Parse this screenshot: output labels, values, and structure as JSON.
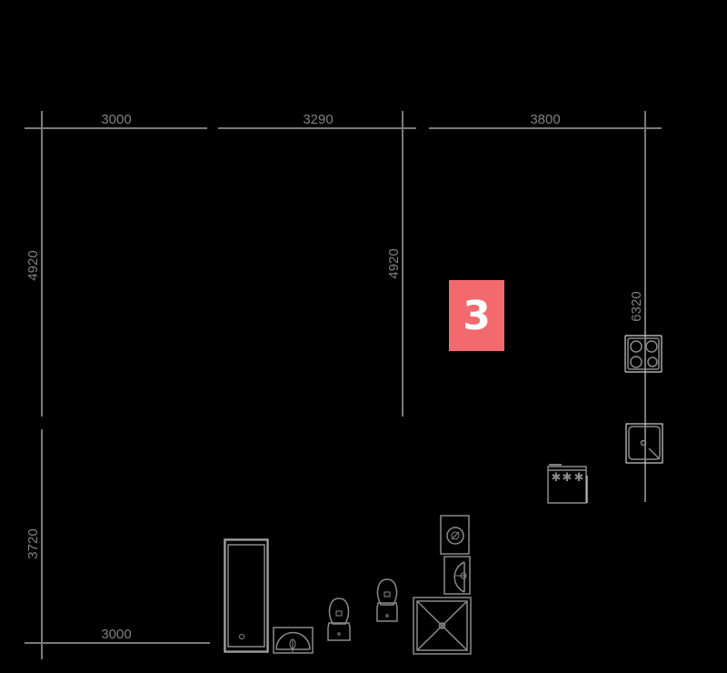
{
  "plan": {
    "background": "#000000",
    "line_color": "#7a7a7a",
    "dimensions": {
      "top_left": "3000",
      "top_middle": "3290",
      "top_right": "3800",
      "left_upper": "4920",
      "middle_vertical": "4920",
      "right_vertical": "6320",
      "left_lower": "3720",
      "bottom_left": "3000"
    },
    "room_badge": {
      "label": "3",
      "color": "#f26a6e"
    },
    "fixtures": [
      {
        "name": "cooktop",
        "description": "4-burner stove"
      },
      {
        "name": "kitchen-sink",
        "description": "single sink with faucet"
      },
      {
        "name": "range-oven",
        "description": "oven with 3 burner knobs"
      },
      {
        "name": "washing-machine",
        "description": "washer"
      },
      {
        "name": "wash-basin-small",
        "description": "corner basin"
      },
      {
        "name": "shower-tray",
        "description": "square shower with drain"
      },
      {
        "name": "toilet-1",
        "description": "toilet"
      },
      {
        "name": "toilet-2",
        "description": "toilet"
      },
      {
        "name": "bathtub",
        "description": "bathtub"
      },
      {
        "name": "wash-basin",
        "description": "semicircular wash basin"
      }
    ]
  }
}
